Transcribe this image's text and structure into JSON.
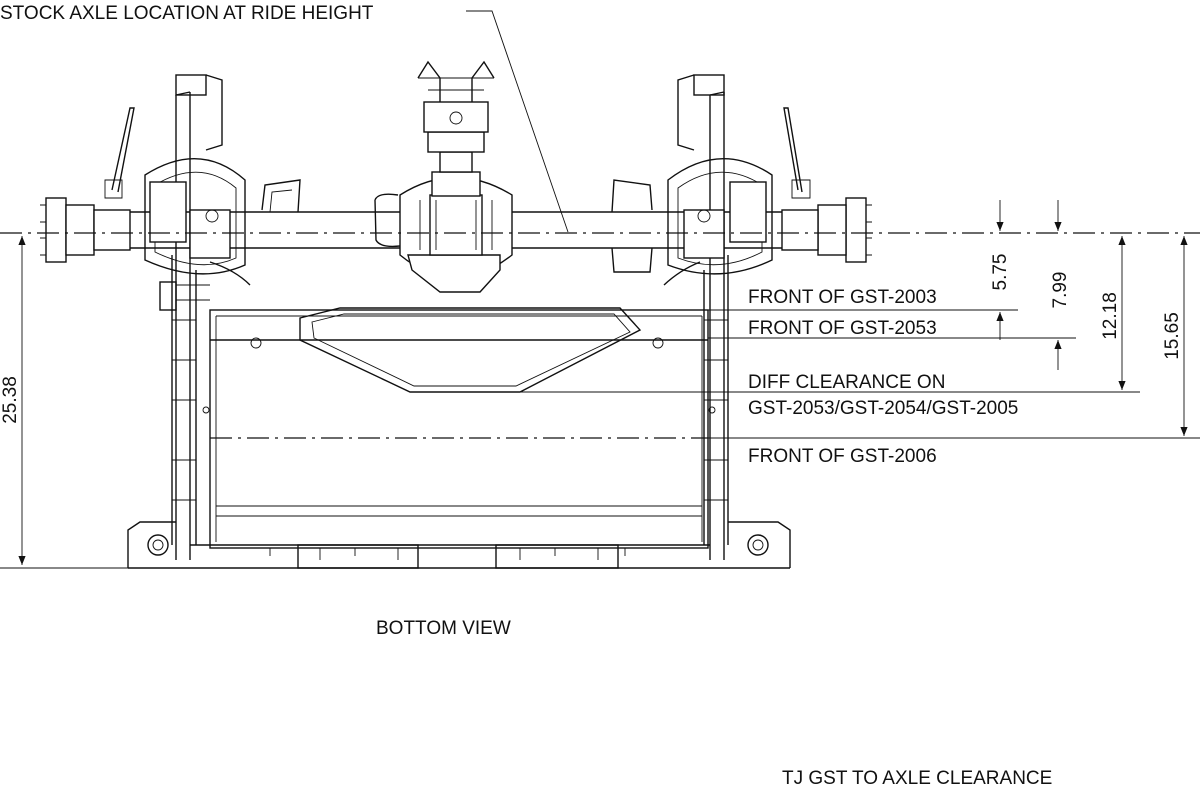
{
  "labels": {
    "stock_axle": "STOCK AXLE LOCATION AT RIDE HEIGHT",
    "front_gst_2003": "FRONT OF GST-2003",
    "front_gst_2053": "FRONT OF GST-2053",
    "diff_clearance_line1": "DIFF CLEARANCE ON",
    "diff_clearance_line2": "GST-2053/GST-2054/GST-2005",
    "front_gst_2006": "FRONT OF GST-2006",
    "view_name": "BOTTOM VIEW",
    "sheet_title": "TJ GST TO AXLE CLEARANCE"
  },
  "dimensions": {
    "d_5_75": "5.75",
    "d_7_99": "7.99",
    "d_12_18": "12.18",
    "d_15_65": "15.65",
    "d_25_38": "25.38"
  }
}
